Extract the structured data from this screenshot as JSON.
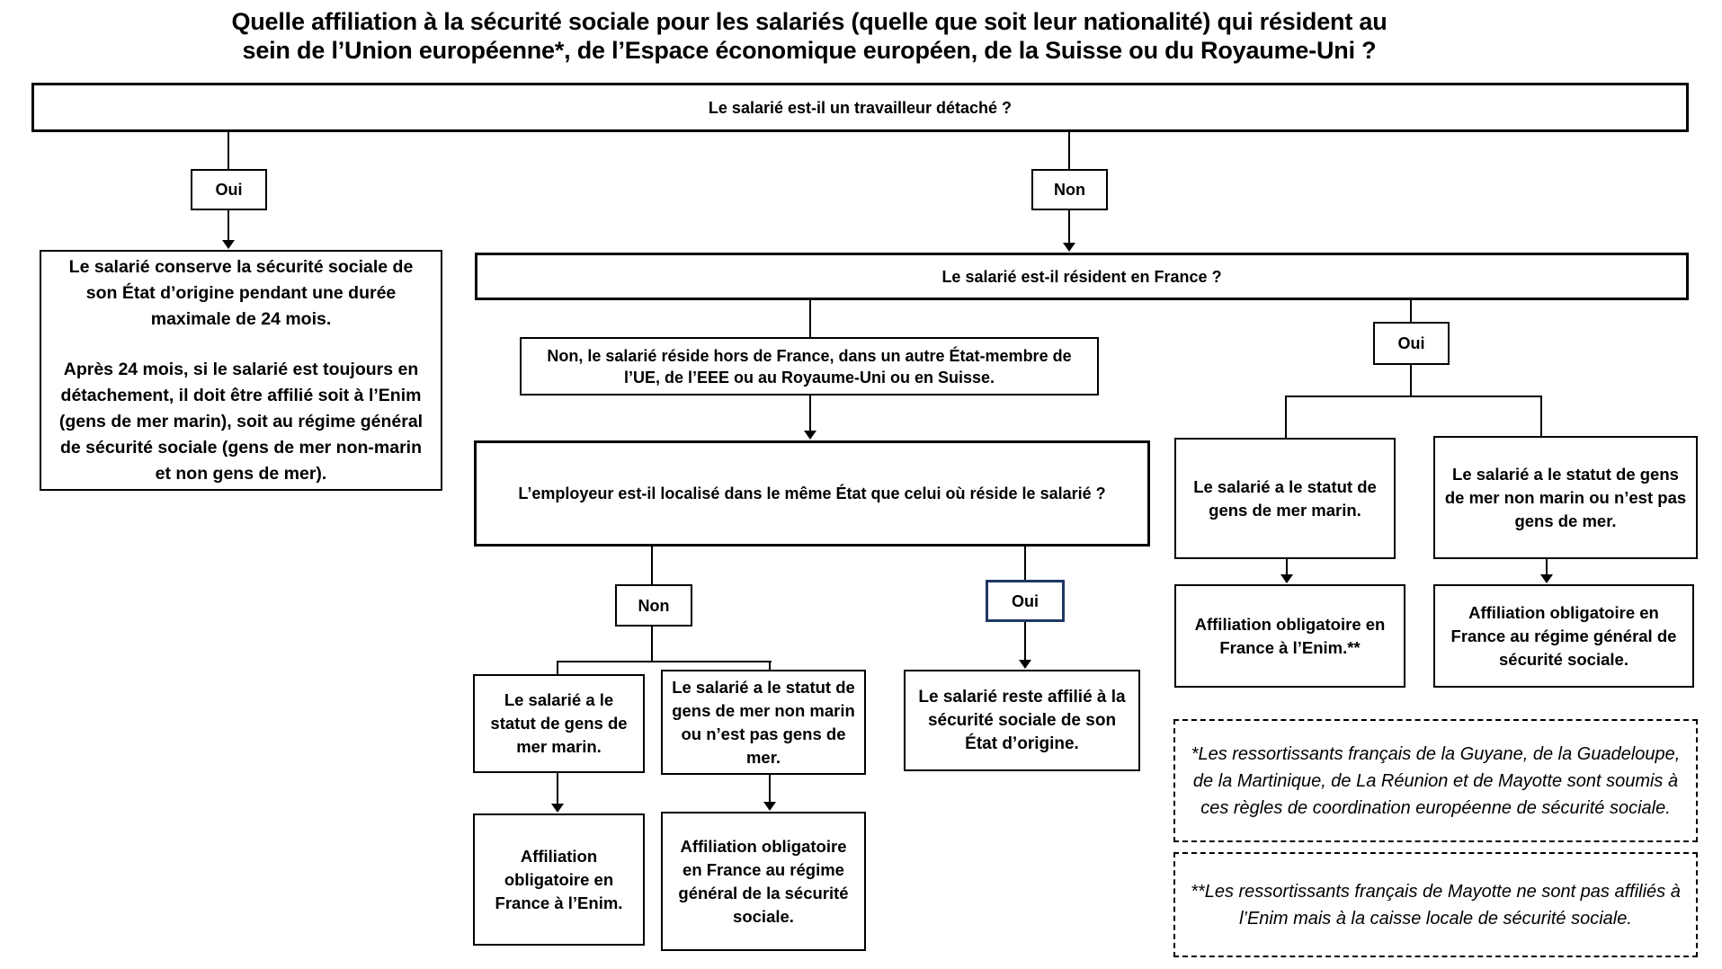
{
  "title": {
    "line1": "Quelle affiliation à la sécurité sociale pour les salariés (quelle que soit leur nationalité) qui résident au",
    "line2": "sein de l’Union européenne*, de l’Espace économique européen, de la Suisse ou du Royaume-Uni ?"
  },
  "nodes": {
    "q_detache": {
      "text": "Le salarié est-il un travailleur détaché ?"
    },
    "label_oui_1": {
      "text": "Oui"
    },
    "label_non_1": {
      "text": "Non"
    },
    "detache_result": {
      "para1": "Le salarié conserve la sécurité sociale de son État d’origine pendant une durée maximale de 24 mois.",
      "para2": "Après 24 mois, si le salarié est toujours en détachement, il doit être affilié soit à l’Enim (gens de mer marin), soit au régime général de sécurité sociale (gens de mer non-marin et non gens de mer)."
    },
    "q_resident": {
      "text": "Le salarié est-il résident en France ?"
    },
    "reside_hors": {
      "text": "Non, le salarié réside hors de France, dans un autre État-membre de l’UE, de l’EEE ou au Royaume-Uni ou en Suisse."
    },
    "q_employeur": {
      "text": "L’employeur est-il localisé dans le même État que celui où réside le salarié ?"
    },
    "label_non_2": {
      "text": "Non"
    },
    "label_oui_2": {
      "text": "Oui"
    },
    "statut_marin_left": {
      "text": "Le salarié a le statut de gens de mer marin."
    },
    "statut_non_marin_left": {
      "text": "Le salarié a le statut de gens de mer non marin ou n’est pas gens de mer."
    },
    "affiliation_enim_left": {
      "text": "Affiliation obligatoire en France à l’Enim."
    },
    "affiliation_regime_left": {
      "text": "Affiliation obligatoire en France au régime général de la sécurité sociale."
    },
    "reste_affilie": {
      "text": "Le salarié reste affilié à la sécurité sociale de son État d’origine."
    },
    "label_oui_3": {
      "text": "Oui"
    },
    "statut_marin_right": {
      "text": "Le salarié a le statut de gens de mer marin."
    },
    "statut_non_marin_right": {
      "text": "Le salarié a le statut de gens de mer non marin ou n’est pas gens de mer."
    },
    "affiliation_enim_right": {
      "text": "Affiliation obligatoire en France à l’Enim.**"
    },
    "affiliation_regime_right": {
      "text": "Affiliation obligatoire en France au régime général de sécurité sociale."
    }
  },
  "footnotes": {
    "note1": "*Les ressortissants français de la Guyane, de la Guadeloupe, de la Martinique, de La Réunion et de Mayotte sont soumis à ces règles de coordination européenne de sécurité sociale.",
    "note2": "**Les ressortissants français de Mayotte ne sont pas affiliés à l’Enim mais à la caisse locale de sécurité sociale."
  },
  "colors": {
    "border": "#000000",
    "accent_border": "#1f3864",
    "background": "#ffffff",
    "text": "#000000"
  }
}
